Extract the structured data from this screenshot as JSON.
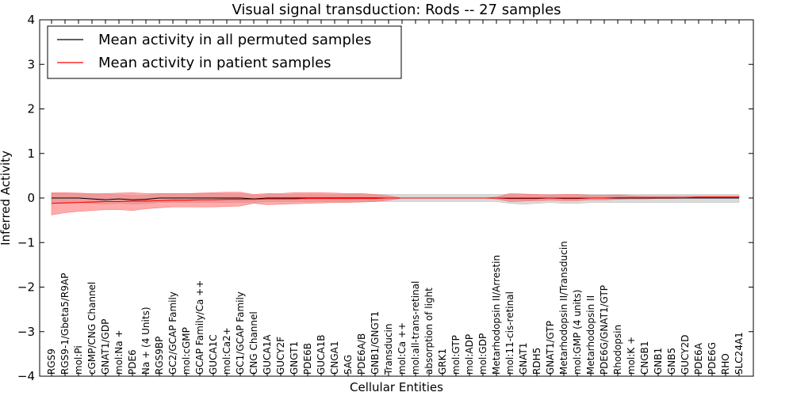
{
  "chart_data": {
    "type": "line",
    "title": "Visual signal transduction: Rods -- 27 samples",
    "xlabel": "Cellular Entities",
    "ylabel": "Inferred Activity",
    "ylim": [
      -4,
      4
    ],
    "yticks": [
      "4",
      "3",
      "2",
      "1",
      "0",
      "−1",
      "−2",
      "−3",
      "−4"
    ],
    "ytick_values": [
      4,
      3,
      2,
      1,
      0,
      -1,
      -2,
      -3,
      -4
    ],
    "grid": false,
    "legend_position": "top-left",
    "colors": {
      "perm": "#000000",
      "patient": "#ff0000",
      "perm_band": "#bbbbbb",
      "patient_band": "#ff6666"
    },
    "categories": [
      "RGS9",
      "RGS9-1/Gbeta5/R9AP",
      "mol:Pi",
      "cGMP/CNG Channel",
      "GNAT1/GDP",
      "mol:Na +",
      "PDE6",
      "Na + (4 Units)",
      "RGS9BP",
      "GC2/GCAP Family",
      "mol:cGMP",
      "GCAP Family/Ca ++",
      "GUCA1C",
      "mol:Ca2+",
      "GC1/GCAP Family",
      "CNG Channel",
      "GUCA1A",
      "GUCY2F",
      "GNGT1",
      "PDE6B",
      "GUCA1B",
      "CNGA1",
      "SAG",
      "PDE6A/B",
      "GNB1/GNGT1",
      "Transducin",
      "mol:Ca ++",
      "mol:all-trans-retinal",
      "absorption of light",
      "GRK1",
      "mol:GTP",
      "mol:ADP",
      "mol:GDP",
      "Metarhodopsin II/Arrestin",
      "mol:11-cis-retinal",
      "GNAT1",
      "RDH5",
      "GNAT1/GTP",
      "Metarhodopsin II/Transducin",
      "mol:GMP (4 units)",
      "Metarhodopsin II",
      "PDE6G/GNAT1/GTP",
      "Rhodopsin",
      "mol:K +",
      "CNGB1",
      "GNB1",
      "GNB5",
      "GUCY2D",
      "PDE6A",
      "PDE6G",
      "RHO",
      "SLC24A1"
    ],
    "series": [
      {
        "name": "Mean activity in all permuted samples",
        "color": "#000000",
        "values": [
          0,
          0,
          0,
          -0.02,
          -0.04,
          -0.02,
          -0.04,
          -0.03,
          0,
          0,
          0,
          0,
          0,
          0,
          0,
          -0.02,
          0,
          0,
          0,
          0,
          0,
          0,
          0,
          0,
          0,
          0,
          0,
          0,
          0,
          0,
          0,
          0,
          0,
          0,
          -0.01,
          -0.01,
          -0.01,
          0,
          -0.01,
          -0.01,
          0,
          0,
          0,
          0,
          0,
          0,
          0,
          0,
          0,
          0,
          0,
          0
        ],
        "band_upper": [
          0.1,
          0.1,
          0.1,
          0.08,
          0.08,
          0.08,
          0.06,
          0.06,
          0.1,
          0.1,
          0.1,
          0.1,
          0.1,
          0.1,
          0.1,
          0.06,
          0.08,
          0.08,
          0.08,
          0.08,
          0.08,
          0.08,
          0.08,
          0.08,
          0.08,
          0.08,
          0.08,
          0.08,
          0.08,
          0.08,
          0.08,
          0.08,
          0.08,
          0.08,
          0.08,
          0.08,
          0.08,
          0.08,
          0.08,
          0.08,
          0.08,
          0.08,
          0.08,
          0.08,
          0.08,
          0.08,
          0.08,
          0.08,
          0.08,
          0.08,
          0.08,
          0.08
        ],
        "band_lower": [
          -0.1,
          -0.1,
          -0.1,
          -0.12,
          -0.14,
          -0.12,
          -0.14,
          -0.13,
          -0.1,
          -0.1,
          -0.1,
          -0.1,
          -0.1,
          -0.1,
          -0.1,
          -0.1,
          -0.08,
          -0.08,
          -0.08,
          -0.08,
          -0.08,
          -0.08,
          -0.08,
          -0.08,
          -0.08,
          -0.08,
          -0.08,
          -0.08,
          -0.08,
          -0.08,
          -0.08,
          -0.08,
          -0.08,
          -0.08,
          -0.12,
          -0.14,
          -0.12,
          -0.1,
          -0.12,
          -0.12,
          -0.1,
          -0.1,
          -0.1,
          -0.1,
          -0.1,
          -0.1,
          -0.1,
          -0.1,
          -0.1,
          -0.1,
          -0.1,
          -0.1
        ]
      },
      {
        "name": "Mean activity in patient samples",
        "color": "#ff0000",
        "values": [
          -0.12,
          -0.11,
          -0.1,
          -0.09,
          -0.08,
          -0.08,
          -0.07,
          -0.07,
          -0.06,
          -0.05,
          -0.05,
          -0.04,
          -0.04,
          -0.03,
          -0.03,
          -0.03,
          -0.02,
          -0.02,
          -0.02,
          -0.01,
          -0.01,
          -0.01,
          -0.01,
          -0.01,
          -0.01,
          0,
          0,
          0,
          0,
          0,
          0,
          0,
          0,
          0,
          0,
          0,
          0,
          0,
          0,
          0,
          0,
          0,
          0.01,
          0.01,
          0.01,
          0.01,
          0.01,
          0.01,
          0.02,
          0.02,
          0.02,
          0.02
        ],
        "band_upper": [
          0.12,
          0.12,
          0.11,
          0.1,
          0.1,
          0.11,
          0.12,
          0.1,
          0.1,
          0.1,
          0.1,
          0.11,
          0.12,
          0.13,
          0.13,
          0.08,
          0.1,
          0.1,
          0.12,
          0.12,
          0.12,
          0.11,
          0.1,
          0.1,
          0.08,
          0.05,
          0,
          0,
          0,
          0,
          0,
          0,
          0,
          0.02,
          0.1,
          0.09,
          0.08,
          0.07,
          0.08,
          0.08,
          0.06,
          0.06,
          0.07,
          0.05,
          0.04,
          0.04,
          0.04,
          0.04,
          0.04,
          0.04,
          0.04,
          0.04
        ],
        "band_lower": [
          -0.38,
          -0.33,
          -0.3,
          -0.28,
          -0.26,
          -0.26,
          -0.28,
          -0.24,
          -0.22,
          -0.2,
          -0.2,
          -0.2,
          -0.2,
          -0.19,
          -0.18,
          -0.12,
          -0.15,
          -0.14,
          -0.13,
          -0.12,
          -0.11,
          -0.1,
          -0.1,
          -0.09,
          -0.08,
          -0.05,
          0,
          0,
          0,
          0,
          0,
          0,
          0,
          -0.02,
          -0.08,
          -0.07,
          -0.06,
          -0.05,
          -0.06,
          -0.06,
          -0.04,
          -0.04,
          -0.03,
          -0.02,
          -0.02,
          -0.01,
          -0.01,
          0,
          0,
          0,
          0,
          0
        ]
      }
    ]
  }
}
